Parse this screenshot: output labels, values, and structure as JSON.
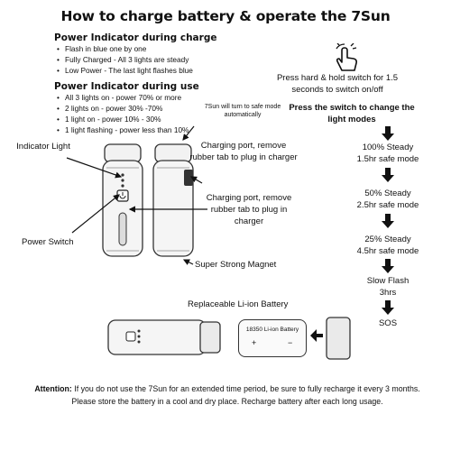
{
  "title": "How to charge battery & operate the 7Sun",
  "charging": {
    "heading": "Power Indicator during charge",
    "items": [
      "Flash in blue one by one",
      "Fully Charged - All 3 lights are steady",
      "Low Power - The last light flashes blue"
    ]
  },
  "use": {
    "heading": "Power Indicator during use",
    "items": [
      "All 3 lights on - power 70% or more",
      "2 lights on - power 30% -70%",
      "1 light on - power 10% - 30%",
      "1 light flashing - power less than 10%"
    ],
    "safe_mode_note": "7Sun will turn to safe mode automatically"
  },
  "operation": {
    "press_hold": "Press hard & hold switch for 1.5 seconds to switch on/off",
    "press_change": "Press the switch to change the light modes",
    "modes": [
      {
        "name": "100% Steady",
        "detail": "1.5hr safe mode"
      },
      {
        "name": "50% Steady",
        "detail": "2.5hr safe mode"
      },
      {
        "name": "25% Steady",
        "detail": "4.5hr safe mode"
      },
      {
        "name": "Slow Flash",
        "detail": "3hrs"
      },
      {
        "name": "SOS",
        "detail": ""
      }
    ]
  },
  "labels": {
    "indicator_light": "Indicator Light",
    "power_switch": "Power Switch",
    "charging_port_1": "Charging port, remove rubber tab to plug in charger",
    "charging_port_2": "Charging port, remove rubber tab to plug in charger",
    "magnet": "Super Strong Magnet",
    "battery": "Replaceable Li-ion Battery",
    "battery_model": "18350 Li-ion Battery",
    "battery_plus": "+",
    "battery_minus": "−"
  },
  "attention": {
    "label": "Attention:",
    "text": "If you do not use the 7Sun for an extended time period, be sure to fully recharge it every 3 months. Please store the battery in a cool and dry place. Recharge battery after each long usage."
  }
}
